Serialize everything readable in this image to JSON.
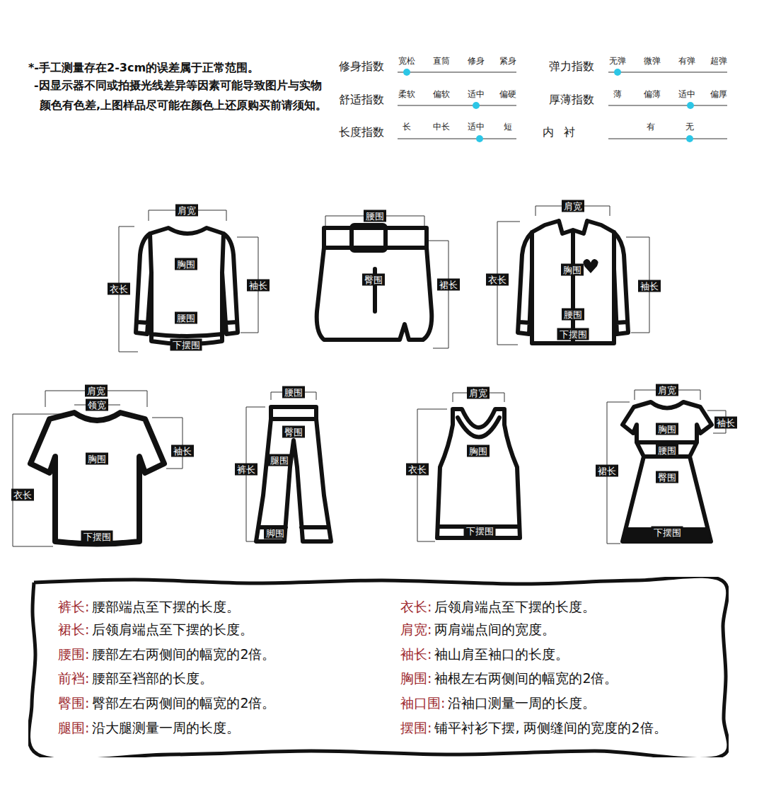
{
  "diagram": {
    "nodes": [
      {
        "text": [
          "裤长:",
          "腰部端点至下摆的长度。",
          "衣长:",
          "后领肩端点至下摆的长度。",
          "裙长:",
          "后领肩端点至下摆的长度。",
          "肩宽:",
          "两肩端点间的宽度。",
          "腰围:",
          "腰部左右两侧间的幅宽的2倍。",
          "袖长:",
          "袖山肩至袖口的长度。",
          "前裆:",
          "腰部至裆部的长度。",
          "胸围:",
          "袖根左右两侧间的幅宽的2倍。",
          "臀围:",
          "臀部左右两侧间的幅宽的2倍。",
          "袖口围:",
          "沿袖口测量一周的长度。",
          "腿围:",
          "沿大腿测量一周的长度。",
          "摆围:",
          "铺平衬衫下摆, 两侧缝间的宽度的2倍。"
        ]
      }
    ],
    "labels": [
      "*-手工测量存在2-3cm的误差属于正常范围。",
      "-因显示器不同或拍摄光线差异等因素可能导致图片与实物颜色有色差,上图样品尽可能在颜色上还原购买前请须知。",
      "修身指数",
      "宽松",
      "直筒",
      "修身",
      "紧身",
      "弹力指数",
      "无弹",
      "微弹",
      "有弹",
      "超弹",
      "舒适指数",
      "柔软",
      "偏软",
      "适中",
      "偏硬",
      "厚薄指数",
      "薄",
      "偏薄",
      "适中",
      "偏厚",
      "长度指数",
      "长",
      "中长",
      "适中",
      "短",
      "内衬",
      "有",
      "无",
      "肩宽",
      "胸围",
      "衣长",
      "袖长",
      "腰围",
      "下摆围",
      "腰围",
      "臀围",
      "裙长",
      "肩宽",
      "胸围",
      "衣长",
      "袖长",
      "腰围",
      "下摆围",
      "肩宽",
      "领宽",
      "胸围",
      "袖长",
      "衣长",
      "下摆围",
      "腰围",
      "臀围",
      "裤长",
      "腿围",
      "脚围",
      "肩宽",
      "胸围",
      "衣长",
      "下摆围",
      "肩宽",
      "胸围",
      "袖长",
      "腰围",
      "臀围",
      "裙长",
      "下摆围"
    ]
  }
}
